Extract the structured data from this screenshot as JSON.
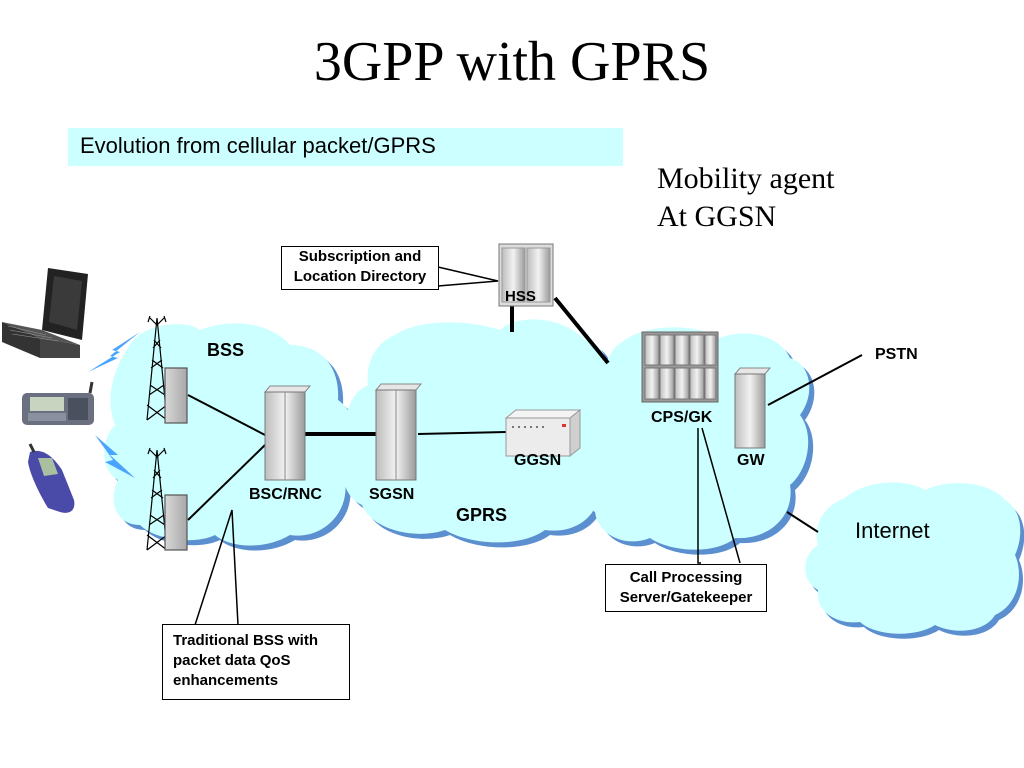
{
  "title": "3GPP with GPRS",
  "subtitle": "Evolution from cellular packet/GPRS",
  "note": {
    "line1": "Mobility agent",
    "line2": "At GGSN"
  },
  "labels": {
    "bss": "BSS",
    "bsc_rnc": "BSC/RNC",
    "sgsn": "SGSN",
    "gprs": "GPRS",
    "ggsn": "GGSN",
    "hss": "HSS",
    "cps_gk": "CPS/GK",
    "gw": "GW",
    "pstn": "PSTN",
    "internet": "Internet"
  },
  "callouts": {
    "hss": {
      "line1": "Subscription and",
      "line2": "Location Directory"
    },
    "cps": {
      "line1": "Call Processing",
      "line2": "Server/Gatekeeper"
    },
    "bss": {
      "line1": "Traditional BSS with",
      "line2": "packet data QoS",
      "line3": "enhancements"
    }
  },
  "colors": {
    "cloud": "#ccffff",
    "cloud_shadow": "#5b8fcf",
    "subtitle_bg": "#ccffff",
    "signal": "#4aa3ff"
  }
}
